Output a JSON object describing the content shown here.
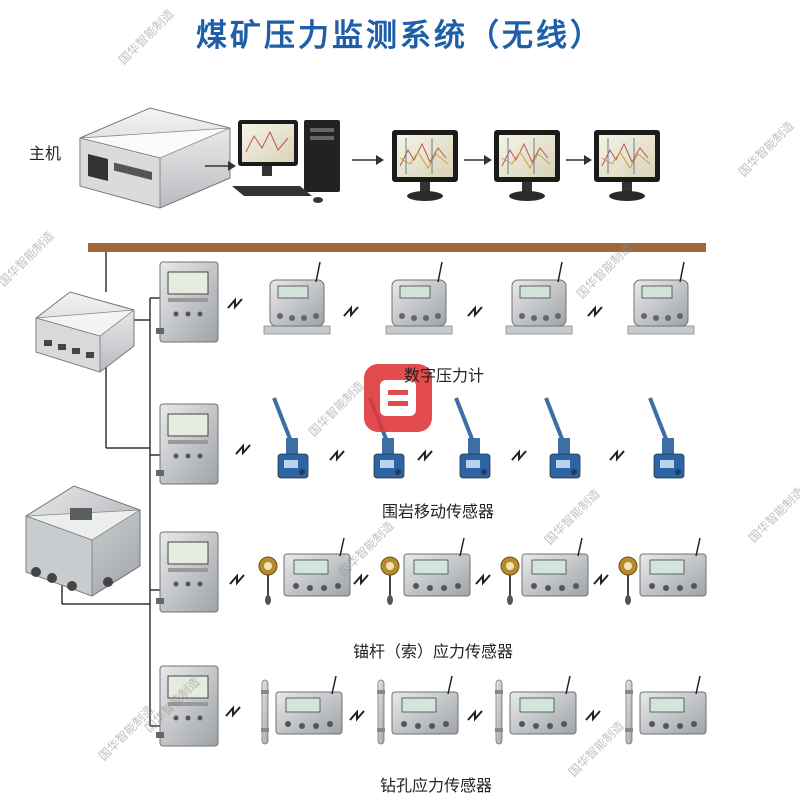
{
  "title": "煤矿压力监测系统（无线）",
  "host_label": "主机",
  "rows": [
    {
      "label": "数字压力计",
      "sensor_icon": "digital-pressure-gauge-icon"
    },
    {
      "label": "围岩移动传感器",
      "sensor_icon": "rock-displacement-sensor-icon"
    },
    {
      "label": "锚杆（索）应力传感器",
      "sensor_icon": "anchor-stress-sensor-icon"
    },
    {
      "label": "钻孔应力传感器",
      "sensor_icon": "borehole-stress-sensor-icon"
    }
  ],
  "watermark": "国华智能制造",
  "colors": {
    "title": "#1f5ea8",
    "bus": "#a0673a",
    "logo": "#e0393b"
  }
}
